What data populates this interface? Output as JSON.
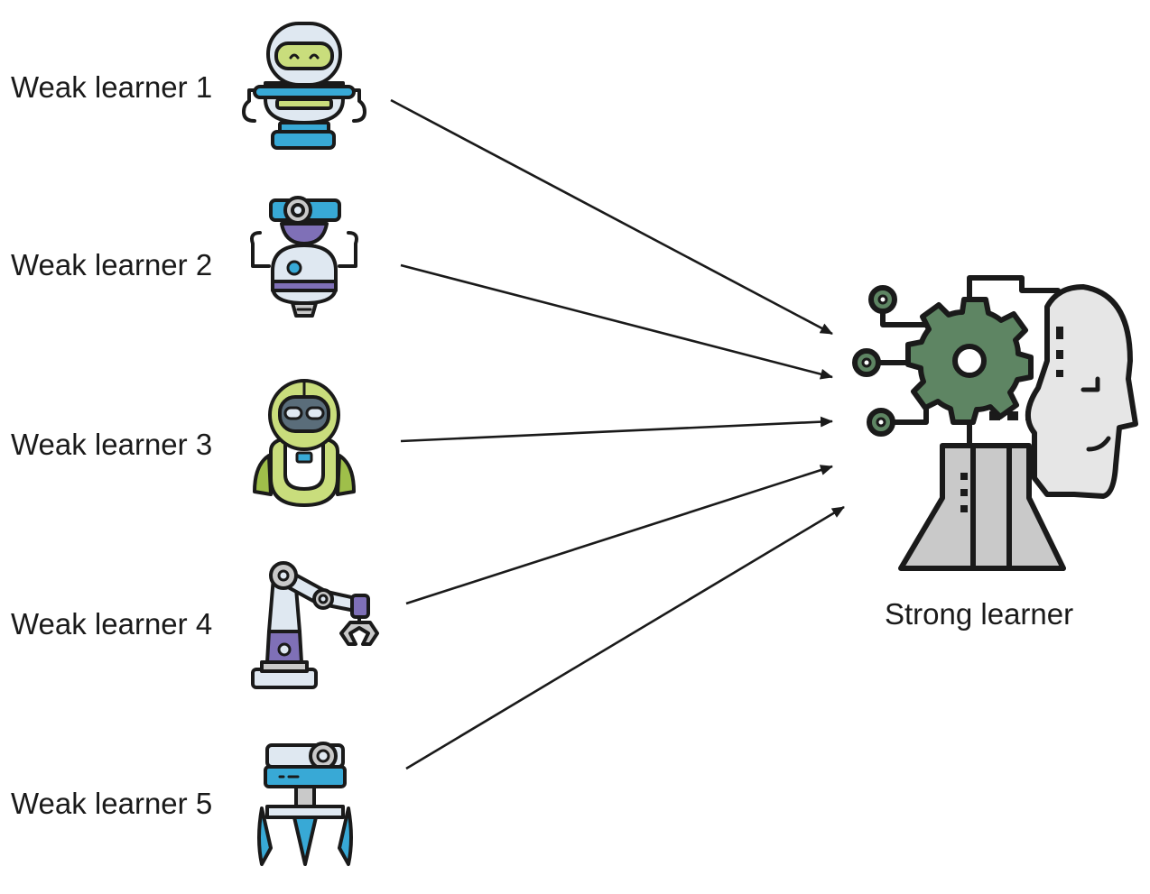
{
  "weak_learners": [
    {
      "label": "Weak learner 1",
      "icon": "robot-visor-icon"
    },
    {
      "label": "Weak learner 2",
      "icon": "robot-drone-icon"
    },
    {
      "label": "Weak learner 3",
      "icon": "robot-round-icon"
    },
    {
      "label": "Weak learner 4",
      "icon": "robot-arm-icon"
    },
    {
      "label": "Weak learner 5",
      "icon": "robot-claw-icon"
    }
  ],
  "strong_learner": {
    "label": "Strong learner",
    "icon": "ai-head-gear-icon"
  },
  "colors": {
    "stroke": "#1a1a1a",
    "light_blue": "#dfe8f1",
    "cyan": "#38a9d6",
    "lime": "#c9dd7c",
    "green": "#9fbf4a",
    "purple": "#7f70b7",
    "grey": "#c9c9c9",
    "gear_green": "#5e8563",
    "head_grey": "#e6e6e6"
  }
}
